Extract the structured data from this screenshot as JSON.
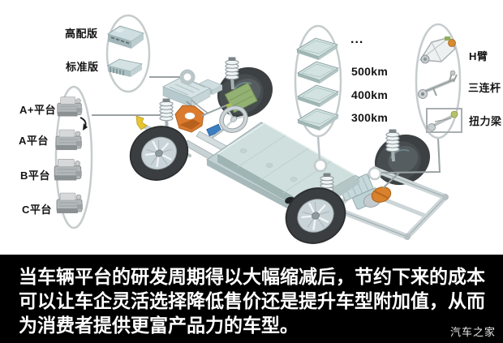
{
  "figure": {
    "callouts": {
      "ecu_variants": {
        "items": [
          {
            "label": "高配版"
          },
          {
            "label": "标准版"
          }
        ]
      },
      "platforms": {
        "items": [
          {
            "label": "A+平台"
          },
          {
            "label": "A平台"
          },
          {
            "label": "B平台"
          },
          {
            "label": "C平台"
          }
        ]
      },
      "battery_ranges": {
        "items": [
          {
            "label": "..."
          },
          {
            "label": "500km"
          },
          {
            "label": "400km"
          },
          {
            "label": "300km"
          }
        ]
      },
      "rear_suspensions": {
        "items": [
          {
            "label": "H臂"
          },
          {
            "label": "三连杆"
          },
          {
            "label": "扭力梁"
          }
        ]
      }
    },
    "illustration_icons": [
      "ev-skateboard-chassis",
      "front-drive-module",
      "steering-wheel",
      "control-unit-box",
      "battery-pack",
      "battery-module-stack",
      "rear-drive-module",
      "coil-spring",
      "wheel",
      "engine-variants"
    ]
  },
  "caption": {
    "lines": [
      "当车辆平台的研发周期得以大幅缩减后，节约下来的成本",
      "可以让车企灵活选择降低售价还是提升车型附加值，从而",
      "为消费者提供更富产品力的车型。"
    ]
  },
  "watermark": {
    "text": "汽车之家"
  },
  "colors": {
    "caption_bg": "#000000",
    "caption_text": "#ffffff",
    "accent_orange": "#dc7b2e",
    "battery_mint": "#cfdfdd",
    "panel_green": "#93b173",
    "hook_yellow": "#e7c531",
    "component_blue": "#3c7fc0",
    "tire_dark": "#3b3f42",
    "outline_gray": "#c6cccd"
  }
}
